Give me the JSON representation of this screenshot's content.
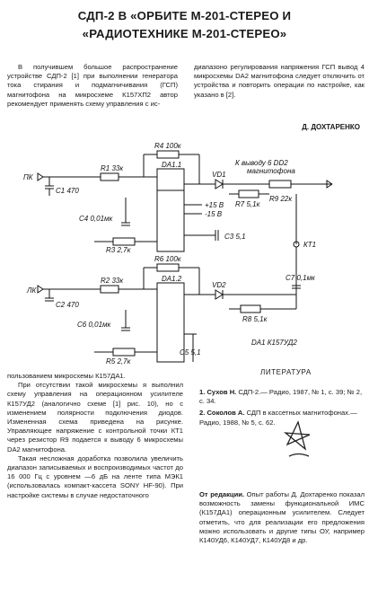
{
  "title": {
    "line1": "СДП-2 В «ОРБИТЕ М-201-СТЕРЕО И",
    "line2": "«РАДИОТЕХНИКЕ М-201-СТЕРЕО»"
  },
  "left_col_top": "В получившем большое распространение устройстве СДП-2 [1] при выполнении генератора тока стирания и подмагничивания (ГСП) магнитофона на микросхеме К157ХП2 автор рекомендует применять схему управления с ис-",
  "right_col_top": "диапазоно регулирования напряжения ГСП вывод 4 микросхемы DA2 магнитофона следует отключить от устройства и повторить операции по настройке, как указано в [2].",
  "author": "Д. ДОХТАРЕНКО",
  "schematic": {
    "left_channel": "ЛК",
    "right_channel": "ПК",
    "to_pin": "К выводу 6 DD2",
    "to_pin_2": "магнитофона",
    "chip_name": "DA1 К157УД2",
    "kt": "КТ1",
    "labels": {
      "r1": "R1 33к",
      "c1": "C1 470",
      "c4": "C4 0,01мк",
      "r3": "R3 2,7к",
      "r4": "R4 100к",
      "da11": "DA1.1",
      "vd1": "VD1",
      "r7": "R7 5,1к",
      "r9": "R9 22к",
      "c3": "C3 5,1",
      "r6": "R6 100к",
      "r2": "R2 33к",
      "c2": "C2 470",
      "da12": "DA1.2",
      "vd2": "VD2",
      "c7": "C7 0,1мк",
      "r8": "R8 5,1к",
      "c6": "C6 0,01мк",
      "r5": "R5 2,7к",
      "c5": "C5 5,1",
      "p15": "+15 В",
      "m15": "-15 В"
    }
  },
  "left_col_bottom_p1": "пользованием микросхемы К157ДА1.",
  "left_col_bottom_p2": "При отсутствии такой микросхемы я выполнил схему управления на операционном усилителе К157УД2 (аналогично схеме [1] рис. 10), но с изменением полярности подключения диодов. Измененная схема приведена на рисунке. Управляющее напряжение с контрольной точки КТ1 через резистор R9 подается к выводу 6 микросхемы DA2 магнитофона.",
  "left_col_bottom_p3": "Такая несложная доработка позволила увеличить диапазон записываемых и воспроизводимых частот до 16 000 Гц с уровнем —6 дБ на ленте типа МЭК1 (использовалась компакт-кассета SONY HF-90). При настройке системы в случае недостаточного",
  "literature_heading": "ЛИТЕРАТУРА",
  "ref1_author": "1. Сухов Н.",
  "ref1_text": "СДП-2.— Радио, 1987, № 1, с. 39; № 2, с. 34.",
  "ref2_author": "2. Соколов А.",
  "ref2_text": "СДП в кассетных магнитофонах.— Радио, 1988, № 5, с. 62.",
  "editor_label": "От редакции.",
  "editor_text": "Опыт работы Д. Дохтаренко показал возможность замены функциональной ИМС (К157ДА1) операционным усилителем. Следует отметить, что для реализации его предложения можно использовать и другие типы ОУ, например К140УД6, К140УД7, К140УД8 и др."
}
